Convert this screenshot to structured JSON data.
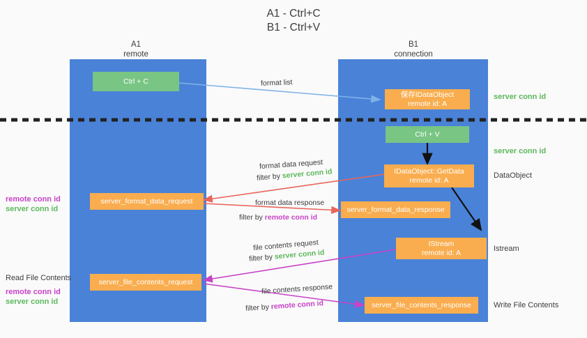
{
  "title": {
    "line1": "A1 - Ctrl+C",
    "line2": "B1 - Ctrl+V"
  },
  "columns": [
    {
      "name": "A1",
      "role": "remote"
    },
    {
      "name": "B1",
      "role": "connection"
    }
  ],
  "nodes": {
    "ctrl_c": "Ctrl + C",
    "save_idataobject": {
      "line1": "保存IDataObject",
      "line2": "remote id: A"
    },
    "ctrl_v": "Ctrl + V",
    "getdata": {
      "line1": "IDataObject::GetData",
      "line2": "remote id: A"
    },
    "server_format_data_request": "server_format_data_request",
    "server_format_data_response": "server_format_data_response",
    "istream": {
      "line1": "IStream",
      "line2": "remote id: A"
    },
    "server_file_contents_request": "server_file_contents_request",
    "server_file_contents_response": "server_file_contents_response"
  },
  "edge_labels": {
    "format_list": "format list",
    "format_data_request": "format data request",
    "format_data_request_filter_prefix": "filter by ",
    "format_data_request_filter_key": "server conn id",
    "format_data_response": "format data response",
    "format_data_response_filter_prefix": "filter by ",
    "format_data_response_filter_key": "remote conn id",
    "file_contents_request": "file contents request",
    "file_contents_request_filter_prefix": "filter by ",
    "file_contents_request_filter_key": "server conn id",
    "file_contents_response": "file contents response",
    "file_contents_response_filter_prefix": "filter by ",
    "file_contents_response_filter_key": "remote conn id"
  },
  "right_annotations": {
    "server_conn_id_top": "server conn id",
    "server_conn_id_mid": "server conn id",
    "dataobject": "DataObject",
    "istream": "Istream",
    "write_file_contents": "Write File Contents"
  },
  "left_annotations": {
    "remote_conn_id_1": "remote conn id",
    "server_conn_id_1": "server conn id",
    "read_file_contents": "Read File Contents",
    "remote_conn_id_2": "remote conn id",
    "server_conn_id_2": "server conn id"
  },
  "colors": {
    "panel": "#4a82d8",
    "orange": "#f9ad4e",
    "green": "#78c584",
    "green_text": "#5cb85c",
    "magenta_text": "#c742c7",
    "arrow_light_blue": "#7fb3e8",
    "arrow_red": "#e8655a",
    "arrow_magenta": "#c742c7",
    "arrow_black": "#111111",
    "background": "#fafafa"
  }
}
